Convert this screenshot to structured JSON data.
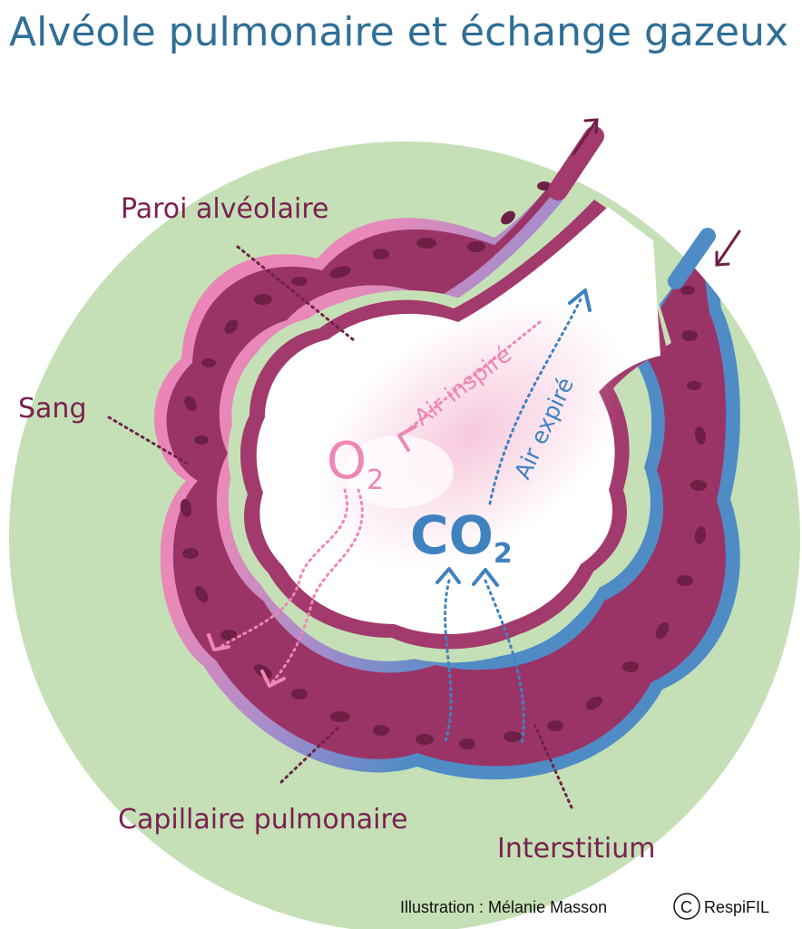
{
  "title": "Alvéole pulmonaire et échange gazeux",
  "labels": {
    "paroi": "Paroi alvéolaire",
    "sang": "Sang",
    "capillaire": "Capillaire pulmonaire",
    "interstitium": "Interstitium"
  },
  "flows": {
    "inspired": "Air inspiré",
    "expired": "Air expiré"
  },
  "gases": {
    "oxygen": "O",
    "oxygen_sub": "2",
    "carbon_dioxide": "CO",
    "carbon_dioxide_sub": "2"
  },
  "credit": {
    "text": "Illustration : Mélanie Masson",
    "mark": "C",
    "org": "RespiFIL"
  },
  "colors": {
    "background_green": "#c5e0b6",
    "alveolar_wall": "#a33a6d",
    "blood_pink": "#ed82b6",
    "blood_blue": "#4f8cc6",
    "inspired_air": "#ef86b4",
    "expired_air": "#3f82c0",
    "title": "#2f6f97",
    "labels": "#7a2150"
  }
}
